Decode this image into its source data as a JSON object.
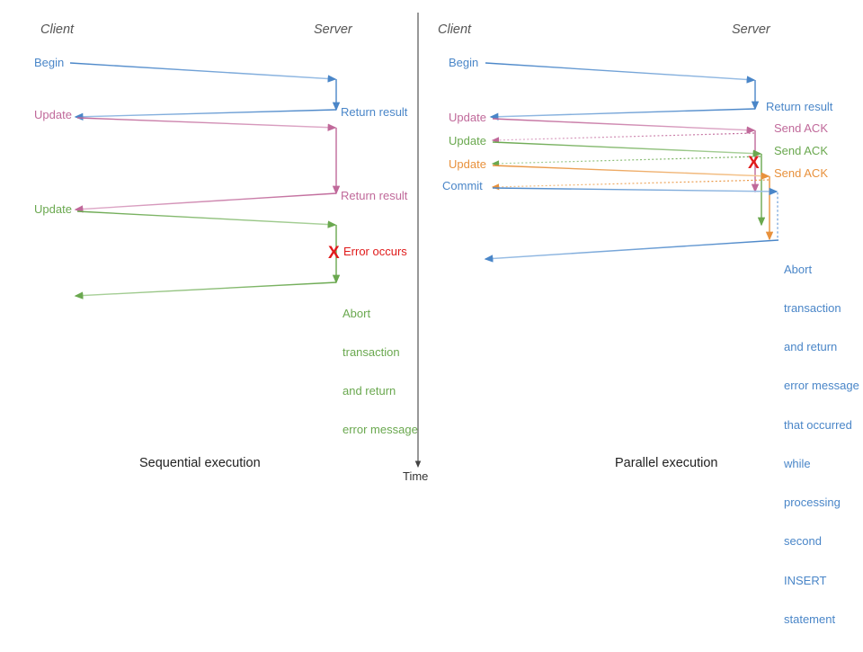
{
  "diagram": {
    "title_left": "Sequential execution",
    "title_right": "Parallel execution",
    "time_axis_label": "Time"
  },
  "colors": {
    "blue": "#4a86c8",
    "pink": "#c0699a",
    "green": "#6aa84f",
    "orange": "#e8913c",
    "red": "#e01b1b",
    "axis": "#444444",
    "actor_text": "#555555",
    "caption_text": "#222222"
  },
  "left_panel": {
    "actors": {
      "client": "Client",
      "server": "Server"
    },
    "client_messages": [
      {
        "label": "Begin",
        "color": "blue"
      },
      {
        "label": "Update",
        "color": "pink"
      },
      {
        "label": "Update",
        "color": "green"
      }
    ],
    "server_messages": [
      {
        "label": "Return result",
        "color": "blue"
      },
      {
        "label": "Return result",
        "color": "pink"
      }
    ],
    "error": {
      "mark": "X",
      "label": "Error occurs",
      "color": "red"
    },
    "abort_note": {
      "color": "green",
      "lines": [
        "Abort",
        "transaction",
        "and return",
        "error message"
      ]
    }
  },
  "right_panel": {
    "actors": {
      "client": "Client",
      "server": "Server"
    },
    "client_messages": [
      {
        "label": "Begin",
        "color": "blue"
      },
      {
        "label": "Update",
        "color": "pink"
      },
      {
        "label": "Update",
        "color": "green"
      },
      {
        "label": "Update",
        "color": "orange"
      },
      {
        "label": "Commit",
        "color": "blue"
      }
    ],
    "server_messages": [
      {
        "label": "Return result",
        "color": "blue"
      },
      {
        "label": "Send ACK",
        "color": "pink"
      },
      {
        "label": "Send ACK",
        "color": "green"
      },
      {
        "label": "Send ACK",
        "color": "orange"
      }
    ],
    "error": {
      "mark": "X",
      "color": "red"
    },
    "abort_note": {
      "color": "blue",
      "lines": [
        "Abort",
        "transaction",
        "and return",
        "error message",
        "that occurred",
        "while",
        "processing",
        "second",
        "INSERT",
        "statement"
      ]
    }
  }
}
